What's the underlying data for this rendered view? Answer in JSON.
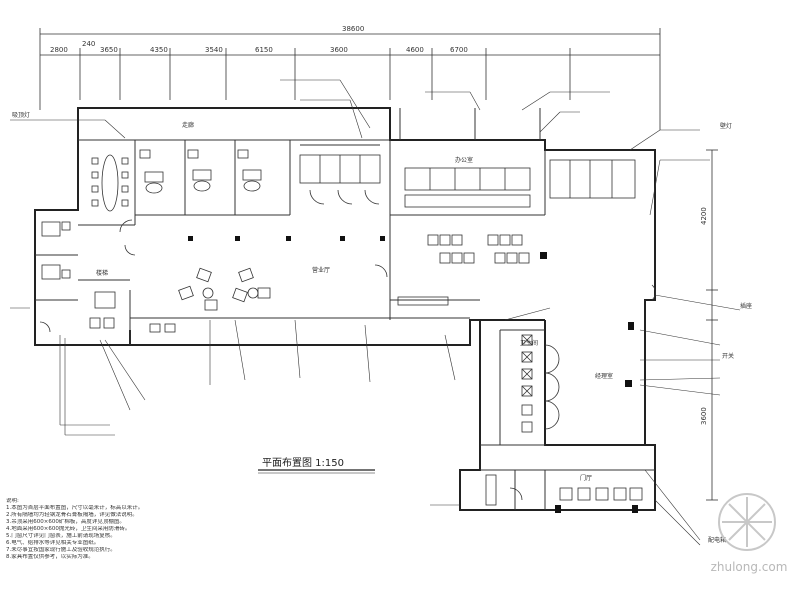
{
  "drawing_title": "平面布置图 1:150",
  "overall_dimension": "38600",
  "top_dimensions": [
    "2800",
    "240",
    "3650",
    "4350",
    "3540",
    "6150",
    "3600",
    "4600",
    "6700"
  ],
  "right_dimensions": [
    "4200",
    "3600"
  ],
  "rooms": {
    "corridor": "走廊",
    "hall": "营业厅",
    "office": "办公室",
    "washroom": "卫生间",
    "stair": "楼梯",
    "lobby": "门厅",
    "manager": "经理室"
  },
  "callouts": {
    "wall_light": "壁灯",
    "ceiling_light": "吸顶灯",
    "socket": "插座",
    "switch": "开关",
    "panel": "配电箱"
  },
  "notes": [
    "说明:",
    "1.本图为首层平面布置图，尺寸以毫米计，标高以米计。",
    "2.所有隔墙均为轻钢龙骨石膏板隔墙，详见做法说明。",
    "3.吊顶采用600×600矿棉板，高度详见顶棚图。",
    "4.地面采用600×600抛光砖，卫生间采用防滑砖。",
    "5.门窗尺寸详见门窗表，施工前请现场复核。",
    "6.电气、给排水等详见相关专业图纸。",
    "7.未尽事宜按国家现行施工及验收规范执行。",
    "8.家具布置仅供参考，以实际为准。"
  ],
  "watermark": "zhulong.com"
}
